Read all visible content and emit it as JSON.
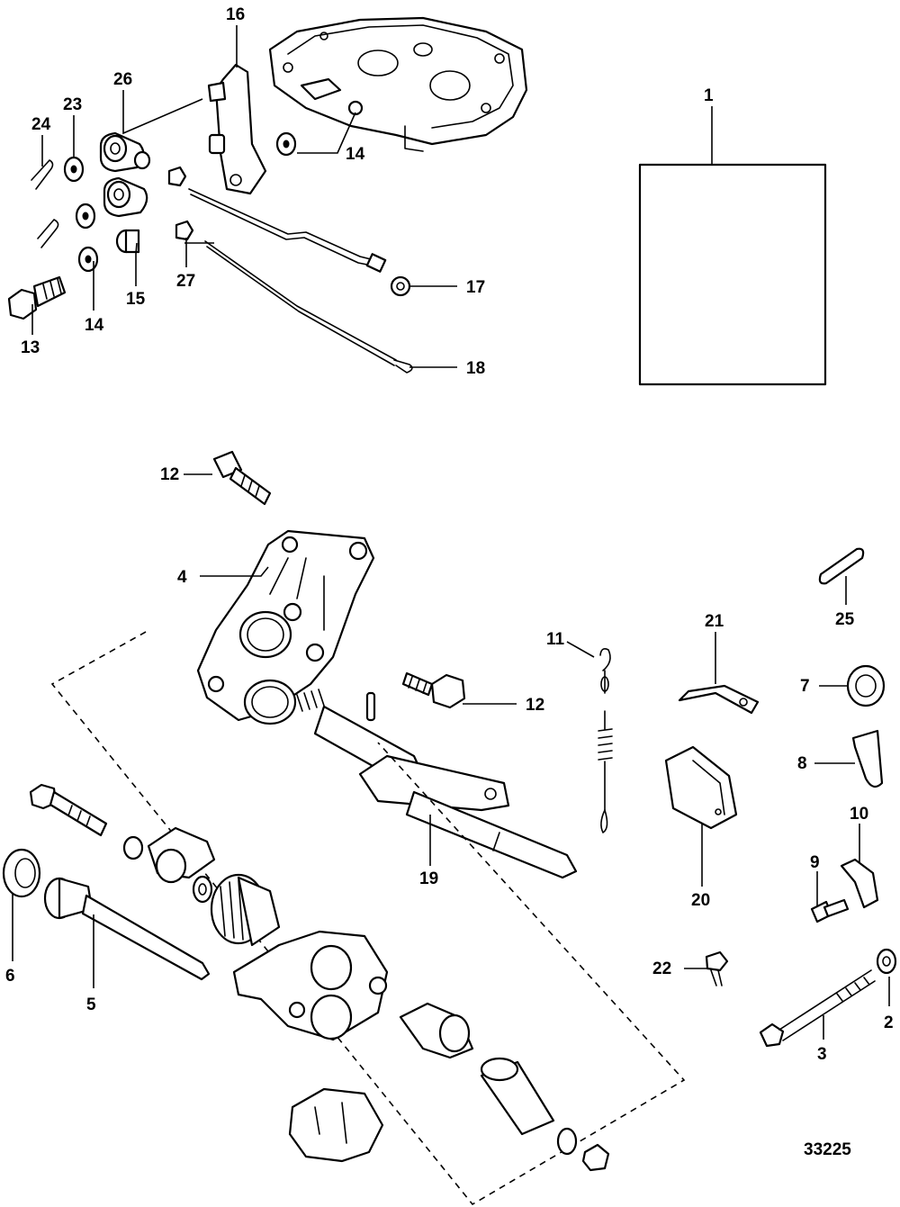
{
  "figure_number": "33225",
  "part_callouts": [
    {
      "id": "c1",
      "text": "1"
    },
    {
      "id": "c2",
      "text": "2"
    },
    {
      "id": "c3",
      "text": "3"
    },
    {
      "id": "c4",
      "text": "4"
    },
    {
      "id": "c5",
      "text": "5"
    },
    {
      "id": "c6",
      "text": "6"
    },
    {
      "id": "c7",
      "text": "7"
    },
    {
      "id": "c8",
      "text": "8"
    },
    {
      "id": "c9",
      "text": "9"
    },
    {
      "id": "c10",
      "text": "10"
    },
    {
      "id": "c11",
      "text": "11"
    },
    {
      "id": "c12a",
      "text": "12"
    },
    {
      "id": "c12b",
      "text": "12"
    },
    {
      "id": "c13",
      "text": "13"
    },
    {
      "id": "c14a",
      "text": "14"
    },
    {
      "id": "c14b",
      "text": "14"
    },
    {
      "id": "c15",
      "text": "15"
    },
    {
      "id": "c16",
      "text": "16"
    },
    {
      "id": "c17",
      "text": "17"
    },
    {
      "id": "c18",
      "text": "18"
    },
    {
      "id": "c19",
      "text": "19"
    },
    {
      "id": "c20",
      "text": "20"
    },
    {
      "id": "c21",
      "text": "21"
    },
    {
      "id": "c22",
      "text": "22"
    },
    {
      "id": "c23",
      "text": "23"
    },
    {
      "id": "c24",
      "text": "24"
    },
    {
      "id": "c25",
      "text": "25"
    },
    {
      "id": "c26",
      "text": "26"
    },
    {
      "id": "c27",
      "text": "27"
    }
  ]
}
